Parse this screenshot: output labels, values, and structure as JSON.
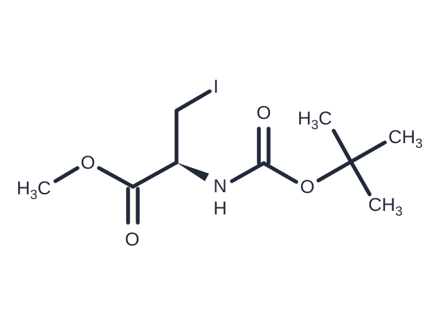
{
  "molecule": {
    "atoms": {
      "iodine": "I",
      "ester_o": "O",
      "methyl_c": "H",
      "methyl_sub": "3",
      "methyl_c2": "C",
      "carbonyl_o1": "O",
      "nh_n": "N",
      "nh_h": "H",
      "carbonyl_o2": "O",
      "ether_o": "O",
      "tbu1_h": "H",
      "tbu1_sub": "3",
      "tbu1_c": "C",
      "tbu2_c": "CH",
      "tbu2_sub": "3",
      "tbu3_c": "CH",
      "tbu3_sub": "3"
    },
    "colors": {
      "bond": "#222a3a",
      "text": "#222a3a",
      "background": "#ffffff"
    }
  }
}
